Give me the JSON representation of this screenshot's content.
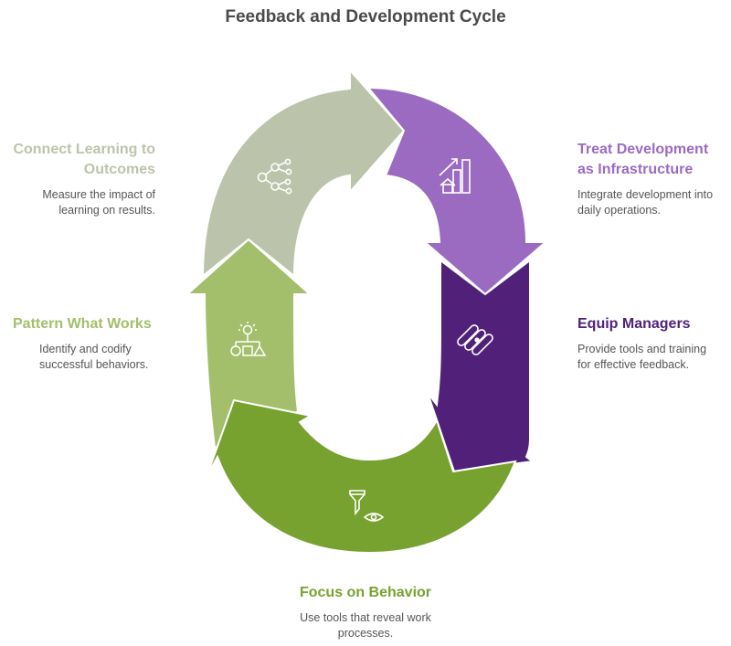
{
  "title": "Feedback and Development Cycle",
  "steps": [
    {
      "id": "connect",
      "title_line1": "Connect Learning to",
      "title_line2": "Outcomes",
      "desc_line1": "Measure the impact of",
      "desc_line2": "learning on results.",
      "color": "#BBC4AB",
      "icon": "network-nodes-icon"
    },
    {
      "id": "treat",
      "title_line1": "Treat Development",
      "title_line2": "as Infrastructure",
      "desc_line1": "Integrate development into",
      "desc_line2": "daily operations.",
      "color": "#9A6BC1",
      "icon": "growth-chart-house-icon"
    },
    {
      "id": "equip",
      "title_line1": "Equip Managers",
      "desc_line1": "Provide tools and training",
      "desc_line2": "for effective feedback.",
      "color": "#51217A",
      "icon": "tools-toggles-icon"
    },
    {
      "id": "focus",
      "title_line1": "Focus on Behavior",
      "desc_line1": "Use tools that reveal work",
      "desc_line2": "processes.",
      "color": "#78A22F",
      "icon": "funnel-eye-icon"
    },
    {
      "id": "pattern",
      "title_line1": "Pattern What Works",
      "desc_line1": "Identify and codify",
      "desc_line2": "successful behaviors.",
      "color": "#A3BF6B",
      "icon": "idea-shapes-icon"
    }
  ]
}
